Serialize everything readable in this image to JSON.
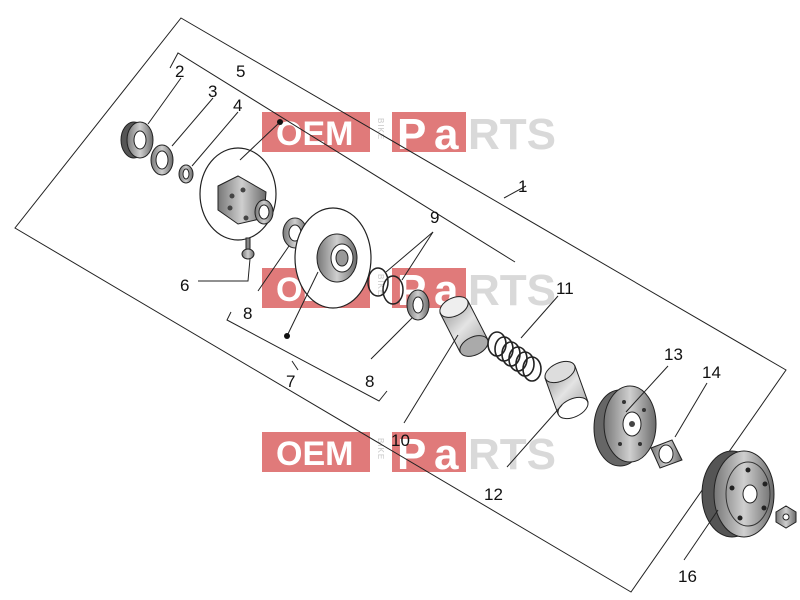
{
  "watermark": {
    "oem": "OEM",
    "bike": "BIKE",
    "parts_p": "P",
    "parts_a": "a",
    "parts_rest": "RTS",
    "brand_color": "#e07a7a"
  },
  "callouts": {
    "c1": "1",
    "c2": "2",
    "c3": "3",
    "c4": "4",
    "c5": "5",
    "c6": "6",
    "c7": "7",
    "c8a": "8",
    "c8b": "8",
    "c9": "9",
    "c10": "10",
    "c11": "11",
    "c12": "12",
    "c13": "13",
    "c14": "14",
    "c16": "16"
  }
}
